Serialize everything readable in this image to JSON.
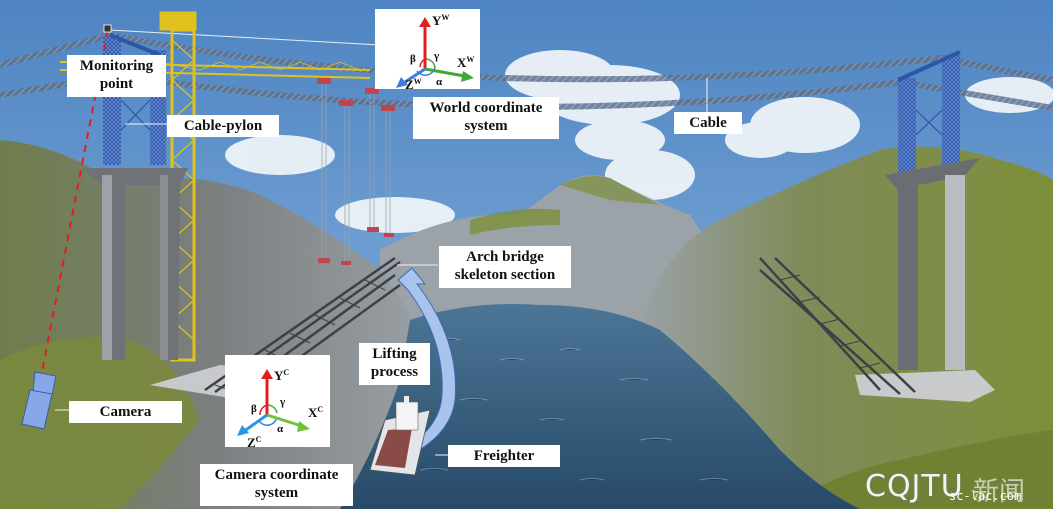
{
  "figure": {
    "description": "Cable-hoisting construction of an arch bridge across a river gorge with camera-based monitoring",
    "colors": {
      "sky": "#5b8ec7",
      "grass": "#7d8f3a",
      "rock": "#8e949a",
      "water": "#365f7f",
      "pylon_steel": "#2d56a8",
      "crane_yellow": "#e0c21e",
      "pier_gray": "#6f7276",
      "hanger_red": "#c0464d",
      "monitor_line_red": "#e02020",
      "camera_blue": "#86a8e6",
      "arrow_blue": "#a8c3ec",
      "axis_y_red": "#e0201e",
      "axis_x_green": "#3fa83a",
      "axis_z_blue": "#3a7fe0"
    }
  },
  "labels": {
    "monitoring_point": [
      "Monitoring",
      "point"
    ],
    "cable_pylon": "Cable-pylon",
    "world_coordinate_system": [
      "World coordinate",
      "system"
    ],
    "cable": "Cable",
    "arch_bridge_skeleton_section": [
      "Arch bridge",
      "skeleton section"
    ],
    "lifting_process": [
      "Lifting",
      "process"
    ],
    "camera": "Camera",
    "camera_coordinate_system": [
      "Camera coordinate",
      "system"
    ],
    "freighter": "Freighter"
  },
  "world_axes": {
    "y": "Y",
    "y_sup": "W",
    "x": "X",
    "x_sup": "W",
    "z": "Z",
    "z_sup": "W",
    "alpha": "α",
    "beta": "β",
    "gamma": "γ"
  },
  "camera_axes": {
    "y": "Y",
    "y_sup": "C",
    "x": "X",
    "x_sup": "C",
    "z": "Z",
    "z_sup": "C",
    "alpha": "α",
    "beta": "β",
    "gamma": "γ"
  },
  "watermark": {
    "brand": "CQJTU",
    "chinese": "新闻",
    "url": "sc-lac.com"
  }
}
